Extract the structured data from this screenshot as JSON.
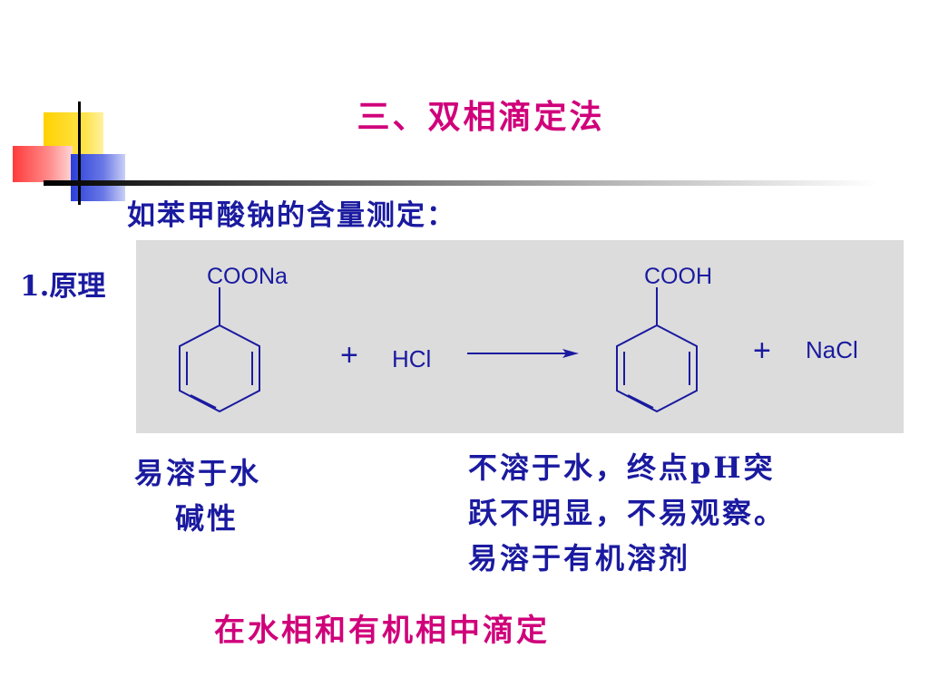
{
  "slide": {
    "title": "三、双相滴定法",
    "subtitle": "如苯甲酸钠的含量测定：",
    "section_label": "1.原理",
    "reaction": {
      "reactant_group": "COONa",
      "plus1": "+",
      "reagent": "HCl",
      "product_group": "COOH",
      "plus2": "+",
      "byproduct": "NaCl"
    },
    "note_left": {
      "line1": "易溶于水",
      "line2": "碱性"
    },
    "note_right": {
      "line1": "不溶于水，终点pH突",
      "line2": "跃不明显，不易观察。",
      "line3": "易溶于有机溶剂"
    },
    "footer": "在水相和有机相中滴定",
    "colors": {
      "title": "#d0007a",
      "body": "#1a1aa0",
      "panel": "#dcdcdc"
    }
  }
}
